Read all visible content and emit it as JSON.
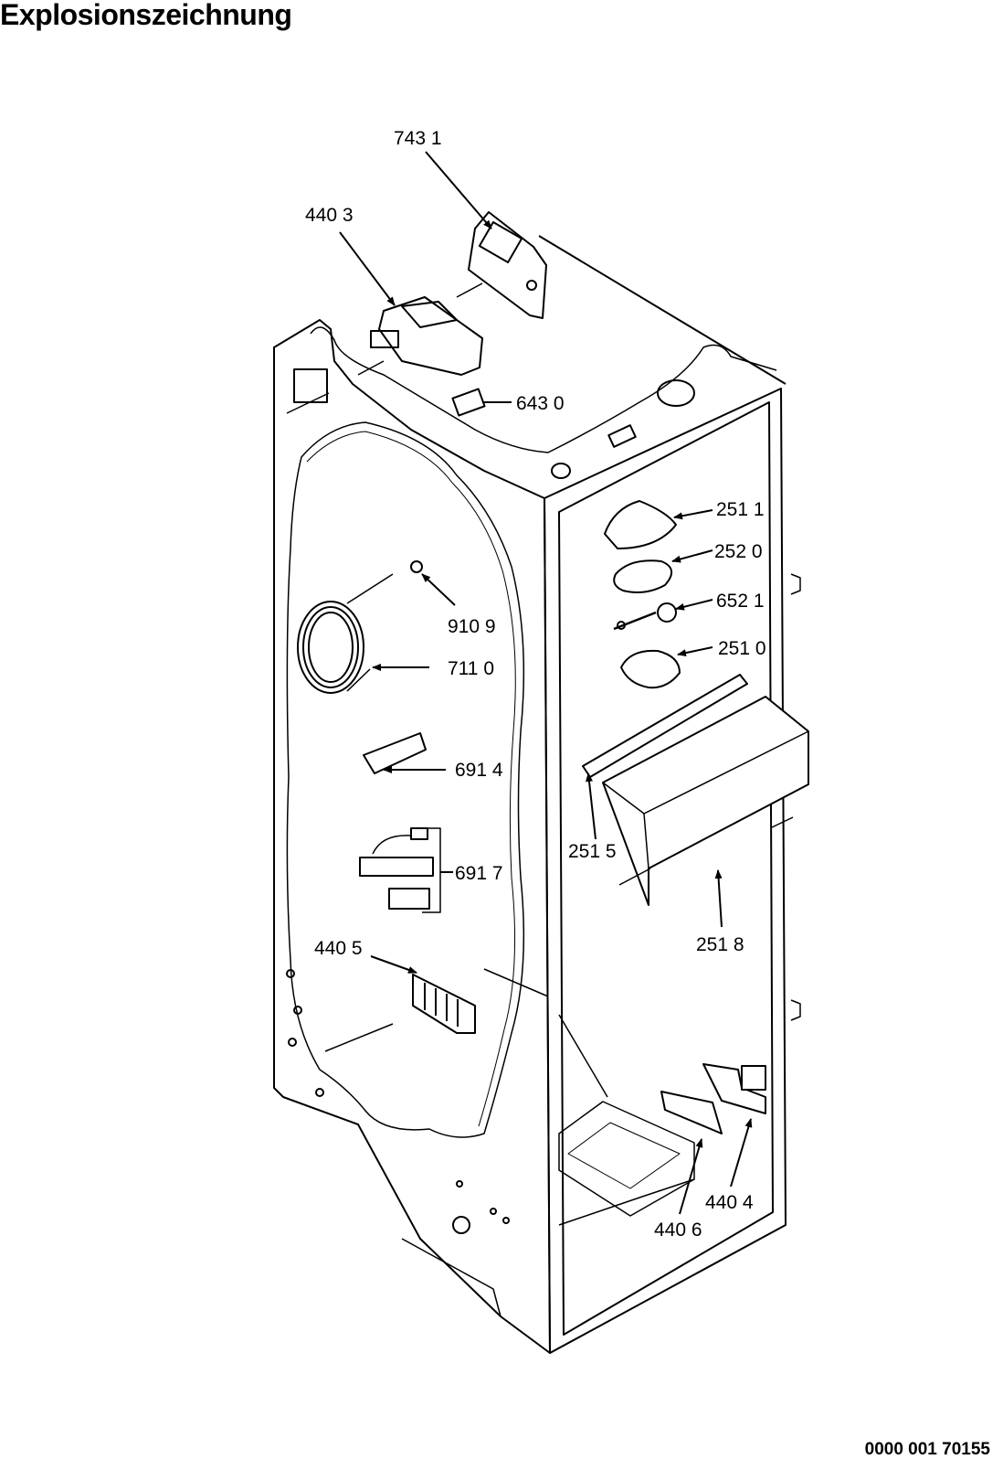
{
  "page": {
    "title": "Explosionszeichnung",
    "document_number": "0000 001 70155"
  },
  "callouts": [
    {
      "id": "c7431",
      "label": "743 1"
    },
    {
      "id": "c4403",
      "label": "440 3"
    },
    {
      "id": "c6430",
      "label": "643 0"
    },
    {
      "id": "c2511",
      "label": "251 1"
    },
    {
      "id": "c2520",
      "label": "252 0"
    },
    {
      "id": "c6521",
      "label": "652 1"
    },
    {
      "id": "c2510",
      "label": "251 0"
    },
    {
      "id": "c9109",
      "label": "910 9"
    },
    {
      "id": "c7110",
      "label": "711 0"
    },
    {
      "id": "c6914",
      "label": "691 4"
    },
    {
      "id": "c6917",
      "label": "691 7"
    },
    {
      "id": "c2515",
      "label": "251 5"
    },
    {
      "id": "c2518",
      "label": "251 8"
    },
    {
      "id": "c4405",
      "label": "440 5"
    },
    {
      "id": "c4404",
      "label": "440 4"
    },
    {
      "id": "c4406",
      "label": "440 6"
    }
  ]
}
